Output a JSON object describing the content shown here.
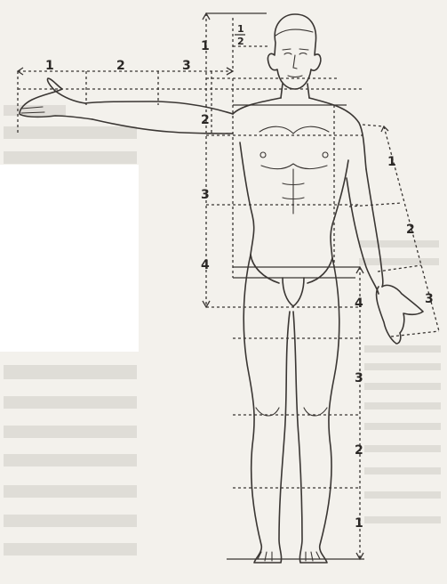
{
  "colors": {
    "paper": "#f3f1ec",
    "ink": "#3a3633",
    "white_patch": "#ffffff"
  },
  "labels": {
    "arm_span": [
      "1",
      "2",
      "3"
    ],
    "head": "1",
    "half_fraction_num": "1",
    "half_fraction_den": "2",
    "torso_upper": "2",
    "torso_mid": "3",
    "torso_lower": "4",
    "leg_top": "4",
    "leg_3": "3",
    "leg_2": "2",
    "leg_1": "1",
    "right_arm": [
      "1",
      "2",
      "3"
    ]
  }
}
